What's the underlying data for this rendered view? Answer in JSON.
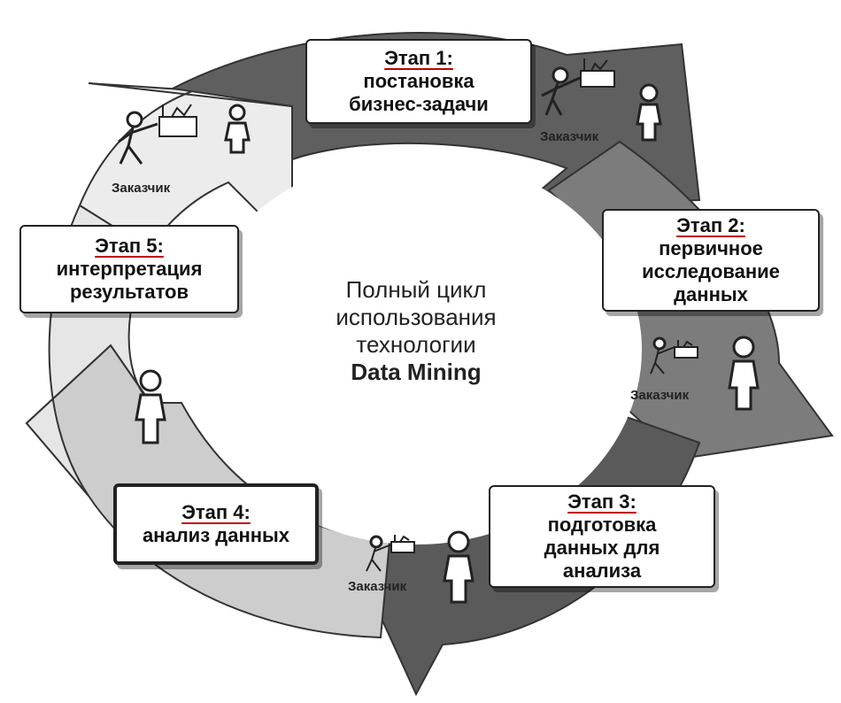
{
  "center": {
    "line1": "Полный цикл",
    "line2": "использования",
    "line3": "технологии",
    "line4": "Data Mining"
  },
  "stages": [
    {
      "title": "Этап 1:",
      "lines": [
        "постановка",
        "бизнес-задачи"
      ]
    },
    {
      "title": "Этап 2:",
      "lines": [
        "первичное",
        "исследование",
        "данных"
      ]
    },
    {
      "title": "Этап 3:",
      "lines": [
        "подготовка",
        "данных для",
        "анализа"
      ]
    },
    {
      "title": "Этап 4:",
      "lines": [
        "анализ данных"
      ]
    },
    {
      "title": "Этап 5:",
      "lines": [
        "интерпретация",
        "результатов"
      ]
    }
  ],
  "customer_label": "Заказчик",
  "colors": {
    "arrow_dark": "#5a5a5a",
    "arrow_mid": "#8a8a8a",
    "arrow_light": "#d8d8d8",
    "arrow_lighter": "#e9e9e9",
    "accent_underline": "#c00000"
  },
  "icons": [
    "person-pointing-icon",
    "factory-chart-icon",
    "person-icon"
  ]
}
